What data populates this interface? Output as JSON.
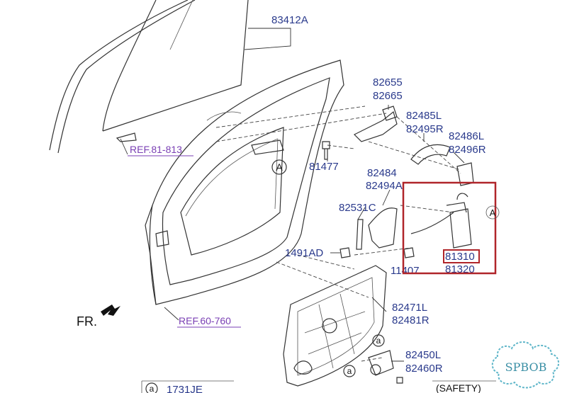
{
  "labels": {
    "p83412a": "83412A",
    "p82655": "82655",
    "p82665": "82665",
    "p82485l": "82485L",
    "p82495r": "82495R",
    "p82486l": "82486L",
    "p82496r": "82496R",
    "p81477": "81477",
    "p82484": "82484",
    "p82494a": "82494A",
    "p82531c": "82531C",
    "p1491ad": "1491AD",
    "p11407": "11407",
    "p81310": "81310",
    "p81320": "81320",
    "p82471l": "82471L",
    "p82481r": "82481R",
    "p82450l": "82450L",
    "p82460r": "82460R",
    "p1731je": "1731JE"
  },
  "refs": {
    "ref81": "REF.81-813",
    "ref60": "REF.60-760"
  },
  "callouts": {
    "a_upper": "A",
    "a_lock": "A",
    "a_small1": "a",
    "a_small2": "a",
    "a_small3": "a"
  },
  "front_label": "FR.",
  "safety": "(SAFETY)",
  "watermark": "SPBOB",
  "colors": {
    "label": "#2a3a8c",
    "ref": "#7a3fb4",
    "highlight_box": "#b0252a",
    "watermark": "#5fb6c9"
  }
}
